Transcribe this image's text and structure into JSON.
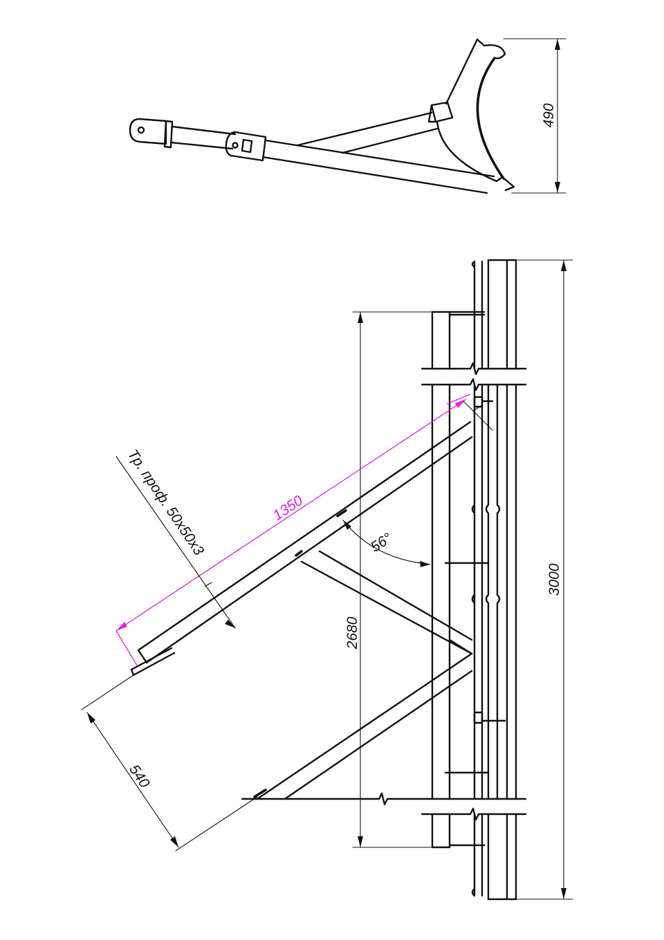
{
  "drawing": {
    "top_view": {
      "dimensions": {
        "width": "490"
      }
    },
    "side_view": {
      "dimensions": {
        "total_length": "3000",
        "frame_length": "2680",
        "brace_length": "1350",
        "brace_offset": "540",
        "brace_angle": "56°"
      },
      "callout": "Тр. проф. 50х50х3"
    },
    "colors": {
      "line": "#111111",
      "highlight_dimension": "#e21ee2",
      "background": "#ffffff"
    }
  }
}
